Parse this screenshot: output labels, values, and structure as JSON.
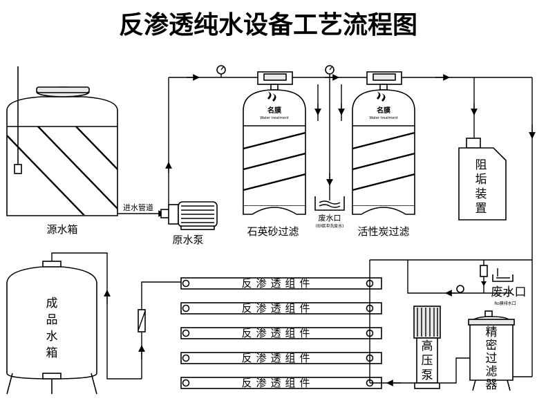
{
  "title": "反渗透纯水设备工艺流程图",
  "labels": {
    "source_tank": "源水箱",
    "inlet_pipe": "进水管道",
    "raw_pump": "原水泵",
    "quartz_filter": "石英砂过滤",
    "carbon_filter": "活性炭过滤",
    "waste_top": "废水口",
    "waste_top_note": "(砂碳冲洗废水)",
    "antiscalant": [
      "阻",
      "垢",
      "装",
      "置"
    ],
    "product_tank": [
      "成",
      "品",
      "水",
      "箱"
    ],
    "high_pressure_pump": [
      "高",
      "压",
      "泵"
    ],
    "precision_filter": [
      "精",
      "密",
      "过",
      "滤",
      "器"
    ],
    "waste_right": "废水口",
    "waste_right_note": "Ro膜排水口",
    "logo_text": "名膜",
    "logo_sub": "Water treatment"
  },
  "membranes": [
    "反渗透组件",
    "反渗透组件",
    "反渗透组件",
    "反渗透组件",
    "反渗透组件"
  ]
}
